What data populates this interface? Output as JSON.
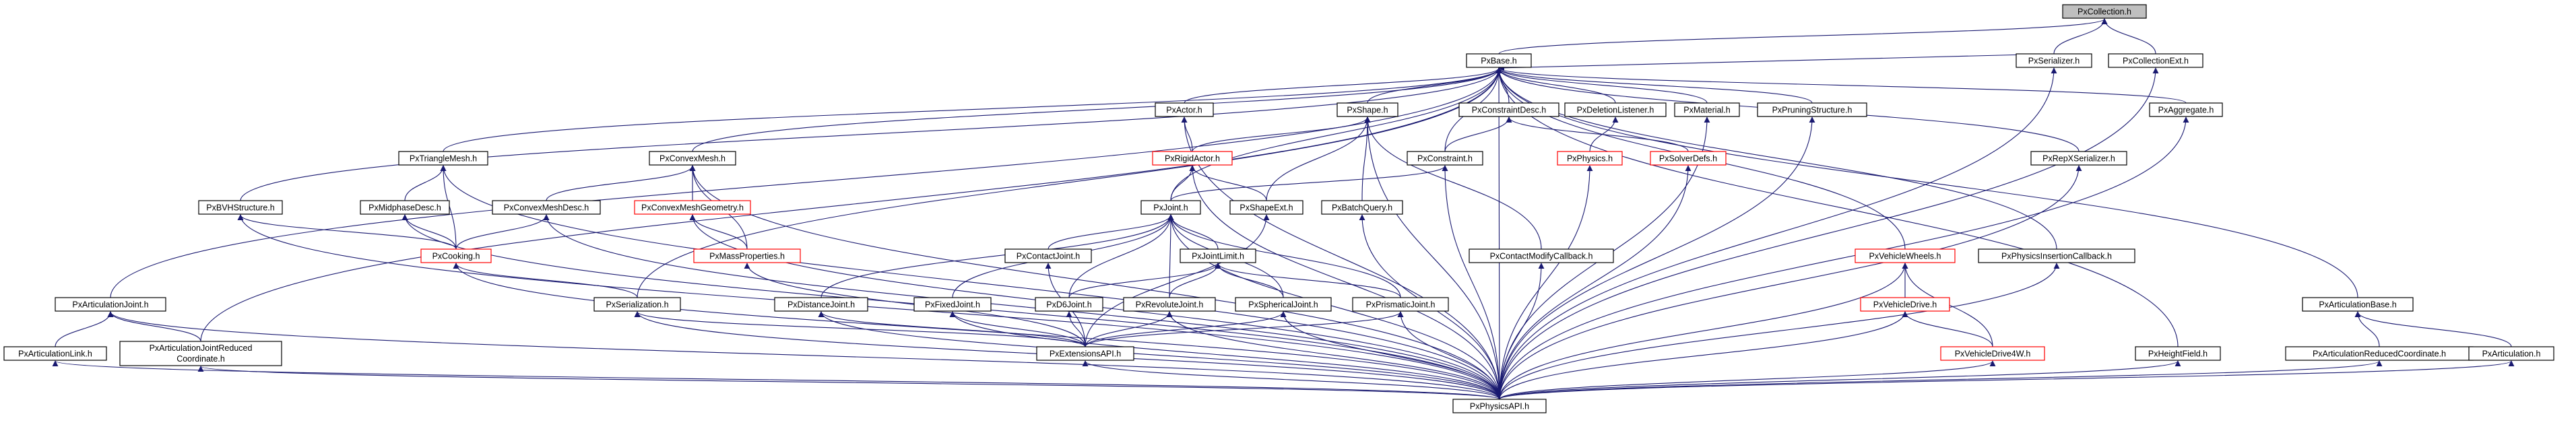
{
  "colors": {
    "edge": "#191970",
    "node_border": "#000000",
    "node_border_red": "#ff0000",
    "node_fill": "#ffffff",
    "root_fill": "#bfbfbf"
  },
  "nodes": {
    "pxcollection": "PxCollection.h",
    "pxbase": "PxBase.h",
    "pxserializer": "PxSerializer.h",
    "pxcollectionext": "PxCollectionExt.h",
    "pxactor": "PxActor.h",
    "pxshape": "PxShape.h",
    "pxconstraintdesc": "PxConstraintDesc.h",
    "pxdeletionlistener": "PxDeletionListener.h",
    "pxmaterial": "PxMaterial.h",
    "pxpruningstructure": "PxPruningStructure.h",
    "pxaggregate": "PxAggregate.h",
    "pxtrianglemesh": "PxTriangleMesh.h",
    "pxconvexmesh": "PxConvexMesh.h",
    "pxrigidactor": "PxRigidActor.h",
    "pxconstraint": "PxConstraint.h",
    "pxphysics": "PxPhysics.h",
    "pxsolverdefs": "PxSolverDefs.h",
    "pxrepxserializer": "PxRepXSerializer.h",
    "pxbvhstructure": "PxBVHStructure.h",
    "pxmidphasedesc": "PxMidphaseDesc.h",
    "pxconvexmeshdesc": "PxConvexMeshDesc.h",
    "pxconvexmeshgeometry": "PxConvexMeshGeometry.h",
    "pxjoint": "PxJoint.h",
    "pxshapeext": "PxShapeExt.h",
    "pxbatchquery": "PxBatchQuery.h",
    "pxcooking": "PxCooking.h",
    "pxmassproperties": "PxMassProperties.h",
    "pxcontactjoint": "PxContactJoint.h",
    "pxjointlimit": "PxJointLimit.h",
    "pxcontactmodifycallback": "PxContactModifyCallback.h",
    "pxvehiclewheels": "PxVehicleWheels.h",
    "pxphysicsinsertioncallback": "PxPhysicsInsertionCallback.h",
    "pxarticulationjoint": "PxArticulationJoint.h",
    "pxserialization": "PxSerialization.h",
    "pxdistancejoint": "PxDistanceJoint.h",
    "pxfixedjoint": "PxFixedJoint.h",
    "pxd6joint": "PxD6Joint.h",
    "pxrevolutejoint": "PxRevoluteJoint.h",
    "pxsphericaljoint": "PxSphericalJoint.h",
    "pxprismaticjoint": "PxPrismaticJoint.h",
    "pxvehicledrive": "PxVehicleDrive.h",
    "pxarticulationbase": "PxArticulationBase.h",
    "pxarticulationlink": "PxArticulationLink.h",
    "pxarticulationjointreducedcoordinate_1": "PxArticulationJointReduced",
    "pxarticulationjointreducedcoordinate_2": "Coordinate.h",
    "pxextensionsapi": "PxExtensionsAPI.h",
    "pxvehicledrive4w": "PxVehicleDrive4W.h",
    "pxheightfield": "PxHeightField.h",
    "pxarticulationreducedcoordinate": "PxArticulationReducedCoordinate.h",
    "pxarticulation": "PxArticulation.h",
    "pxphysicsapi": "PxPhysicsAPI.h"
  }
}
